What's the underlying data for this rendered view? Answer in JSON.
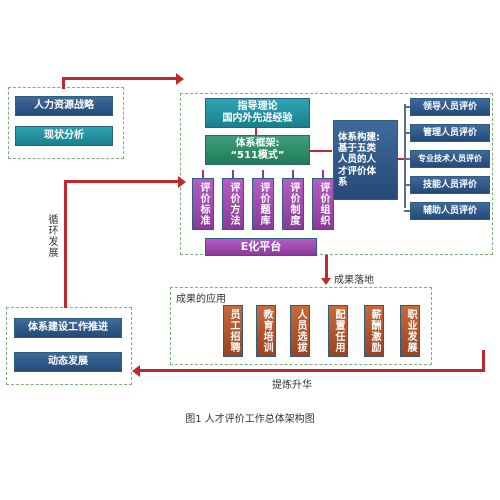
{
  "left_panel": {
    "items": [
      "人力资源战略",
      "现状分析"
    ]
  },
  "center_top": {
    "guiding_theory": "指导理论\n国内外先进经验",
    "framework": "体系框架:\n“511模式”"
  },
  "system_build": {
    "label": "体系构建:\n基于五类\n人员的人\n才评价体\n系"
  },
  "five_categories": [
    "领导人员评价",
    "管理人员评价",
    "专业技术人员评价",
    "技能人员评价",
    "辅助人员评价"
  ],
  "purple_boxes": [
    "评价标准",
    "评价方法",
    "评价题库",
    "评价制度",
    "评价组织"
  ],
  "platform": "E化平台",
  "result_label": "成果落地",
  "application_label": "成果的应用",
  "applications": [
    "员工招聘",
    "教育培训",
    "人员选拔",
    "配置任用",
    "薪酬激励",
    "职业发展"
  ],
  "bottom_left": {
    "items": [
      "体系建设工作推进",
      "动态发展"
    ]
  },
  "cycle_label": "循环发展",
  "upgrade_label": "提炼升华",
  "caption": "图1  人才评价工作总体架构图",
  "colors": {
    "red": "#c0292b",
    "navy": "#244a78",
    "teal": "#1a7f8e",
    "purple": "#8a3a98",
    "brown": "#9a4222",
    "green_dash": "#7bb07b"
  }
}
